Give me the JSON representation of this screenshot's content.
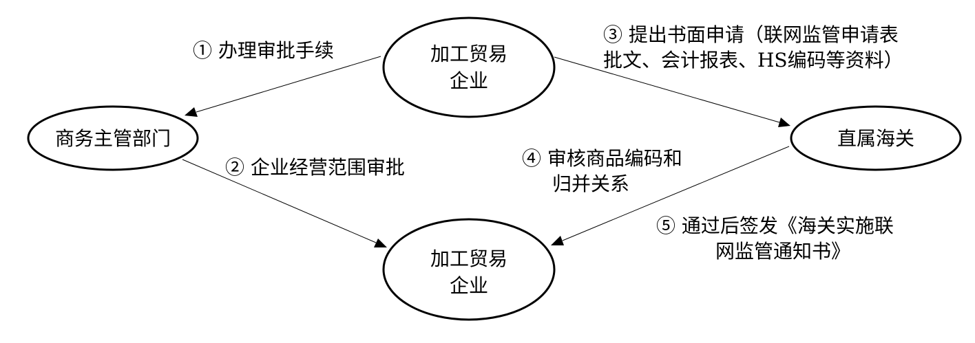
{
  "nodes": {
    "enterprise_top": {
      "line1": "加工贸易",
      "line2": "企业"
    },
    "commerce_dept": {
      "label": "商务主管部门"
    },
    "customs": {
      "label": "直属海关"
    },
    "enterprise_bottom": {
      "line1": "加工贸易",
      "line2": "企业"
    }
  },
  "edges": {
    "step1": {
      "label": "① 办理审批手续"
    },
    "step2": {
      "label": "② 企业经营范围审批"
    },
    "step3": {
      "line1": "③ 提出书面申请（联网监管申请表",
      "line2": "批文、会计报表、HS编码等资料）"
    },
    "step4": {
      "line1": "④ 审核商品编码和",
      "line2": "归并关系"
    },
    "step5": {
      "line1": "⑤ 通过后签发《海关实施联",
      "line2": "网监管通知书》"
    }
  }
}
